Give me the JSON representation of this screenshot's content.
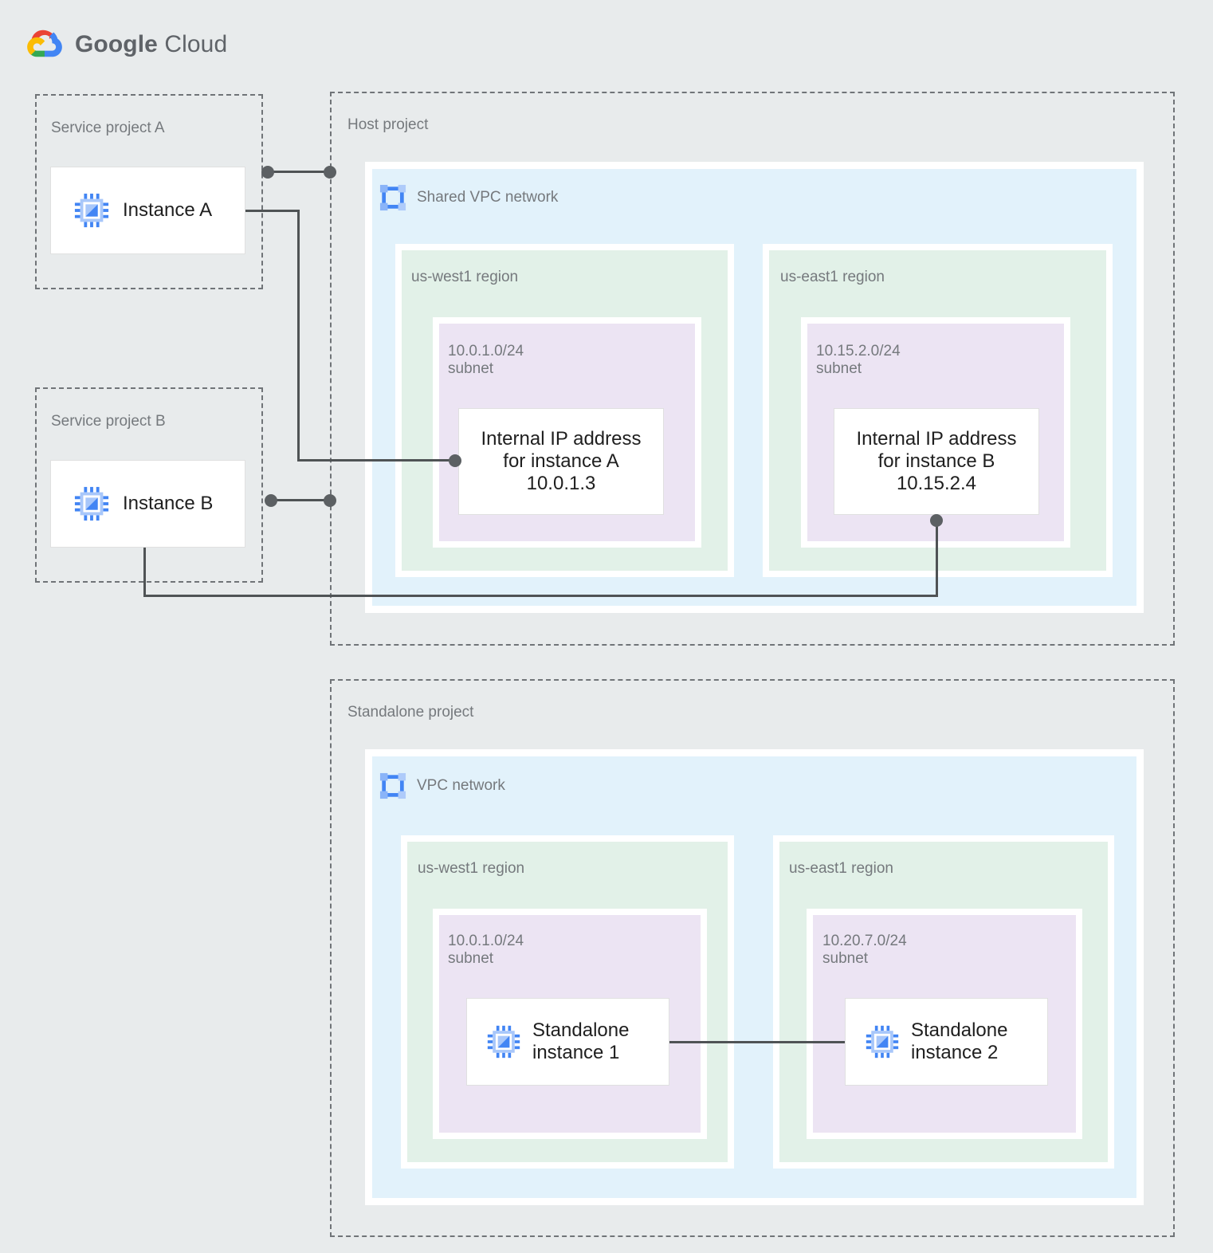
{
  "brand": {
    "name_bold": "Google",
    "name_light": " Cloud",
    "logo_icon": "google-cloud-logo",
    "colors": {
      "red": "#ea4335",
      "blue": "#4285f4",
      "yellow": "#fbbc04",
      "green": "#34a853",
      "text": "#5f6368"
    }
  },
  "palette": {
    "page_background": "#e8ebec",
    "vpc_blue": "#e2f2fb",
    "region_green": "#e2f1e8",
    "subnet_purple": "#ece4f3",
    "node_white": "#ffffff",
    "dashed_border": "#707478",
    "label_text": "#75797d",
    "node_text": "#1f1f1f",
    "connector": "#4f5355",
    "icon_blue": "#4285f4",
    "icon_blue_light": "#a8c7fa"
  },
  "projects": {
    "service_a": {
      "label": "Service project A",
      "instance": {
        "label": "Instance A",
        "icon": "cpu-instance-icon"
      }
    },
    "service_b": {
      "label": "Service project B",
      "instance": {
        "label": "Instance B",
        "icon": "cpu-instance-icon"
      }
    },
    "host": {
      "label": "Host project",
      "network": {
        "title": "Shared VPC network",
        "icon": "vpc-network-icon",
        "regions": [
          {
            "label": "us-west1 region",
            "subnet": {
              "cidr": "10.0.1.0/24",
              "suffix": "subnet",
              "label": "10.0.1.0/24\nsubnet",
              "node": {
                "line1": "Internal IP address",
                "line2": "for instance A",
                "line3": "10.0.1.3",
                "label": "Internal IP address\nfor instance A\n10.0.1.3"
              }
            }
          },
          {
            "label": "us-east1 region",
            "subnet": {
              "cidr": "10.15.2.0/24",
              "suffix": "subnet",
              "label": "10.15.2.0/24\nsubnet",
              "node": {
                "line1": "Internal IP address",
                "line2": "for instance B",
                "line3": "10.15.2.4",
                "label": "Internal IP address\nfor instance B\n10.15.2.4"
              }
            }
          }
        ]
      }
    },
    "standalone": {
      "label": "Standalone project",
      "network": {
        "title": "VPC network",
        "icon": "vpc-network-icon",
        "regions": [
          {
            "label": "us-west1 region",
            "subnet": {
              "cidr": "10.0.1.0/24",
              "suffix": "subnet",
              "label": "10.0.1.0/24\nsubnet",
              "node": {
                "label": "Standalone\ninstance 1",
                "icon": "cpu-instance-icon"
              }
            }
          },
          {
            "label": "us-east1 region",
            "subnet": {
              "cidr": "10.20.7.0/24",
              "suffix": "subnet",
              "label": "10.20.7.0/24\nsubnet",
              "node": {
                "label": "Standalone\ninstance 2",
                "icon": "cpu-instance-icon"
              }
            }
          }
        ]
      }
    }
  },
  "connections": [
    {
      "name": "instance-a-to-host-project",
      "style": "dotted-ends"
    },
    {
      "name": "instance-a-to-internal-ip-a",
      "style": "elbow-with-endpoint-dot"
    },
    {
      "name": "instance-b-to-host-project",
      "style": "dotted-ends"
    },
    {
      "name": "instance-b-to-internal-ip-b",
      "style": "elbow-with-endpoint-dot"
    },
    {
      "name": "standalone-instance-1-to-2",
      "style": "straight-line"
    }
  ]
}
